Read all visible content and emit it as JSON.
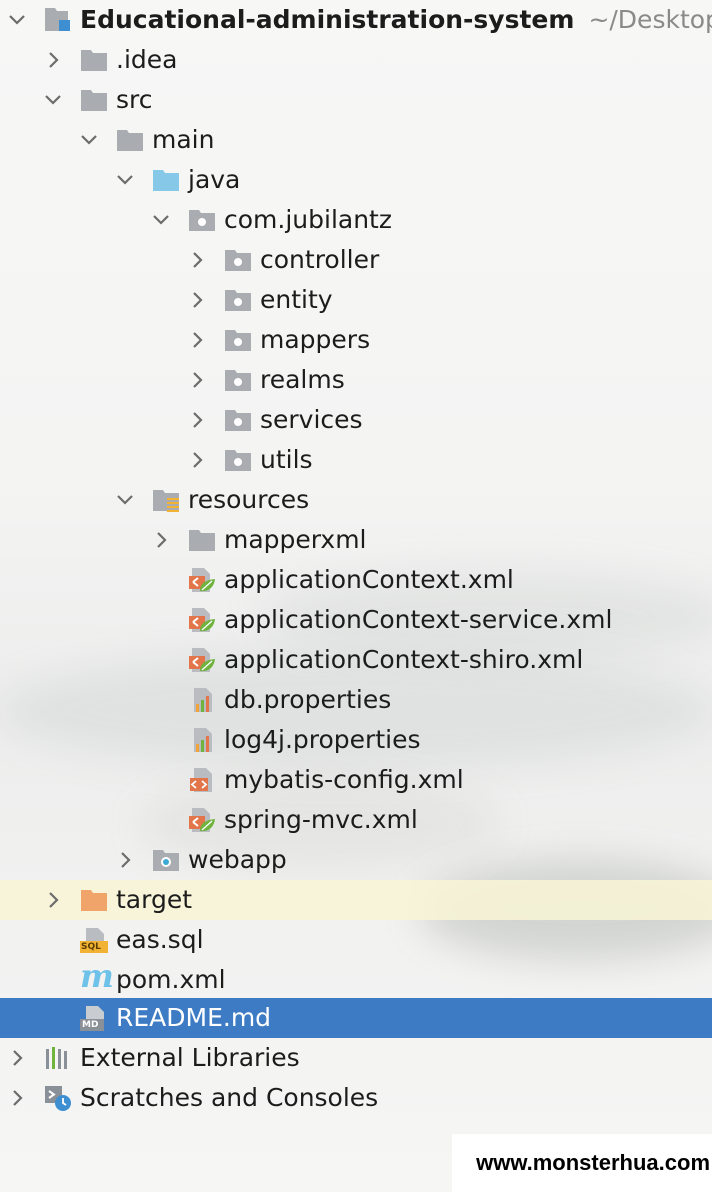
{
  "project": {
    "name": "Educational-administration-system",
    "path": "~/Desktop/"
  },
  "tree": {
    "idea": ".idea",
    "src": "src",
    "main": "main",
    "java": "java",
    "package": "com.jubilantz",
    "controller": "controller",
    "entity": "entity",
    "mappers": "mappers",
    "realms": "realms",
    "services": "services",
    "utils": "utils",
    "resources": "resources",
    "mapperxml": "mapperxml",
    "appctx": "applicationContext.xml",
    "appctx_service": "applicationContext-service.xml",
    "appctx_shiro": "applicationContext-shiro.xml",
    "db_props": "db.properties",
    "log4j_props": "log4j.properties",
    "mybatis": "mybatis-config.xml",
    "springmvc": "spring-mvc.xml",
    "webapp": "webapp",
    "target": "target",
    "eas_sql": "eas.sql",
    "pom": "pom.xml",
    "readme": "README.md",
    "external": "External Libraries",
    "scratches": "Scratches and Consoles"
  },
  "icons": {
    "sql_badge": "SQL",
    "md_badge": "MD",
    "maven": "m"
  },
  "selected_item": "README.md",
  "colors": {
    "selection": "#3d7cc4",
    "highlight_row": "#f8f4d6",
    "folder_gray": "#a9adb1",
    "source_folder": "#86c8e8",
    "excluded_folder": "#f0a46a",
    "xml_orange": "#e2764a",
    "spring_green": "#6fb43f"
  },
  "watermark": "www.monsterhua.com"
}
